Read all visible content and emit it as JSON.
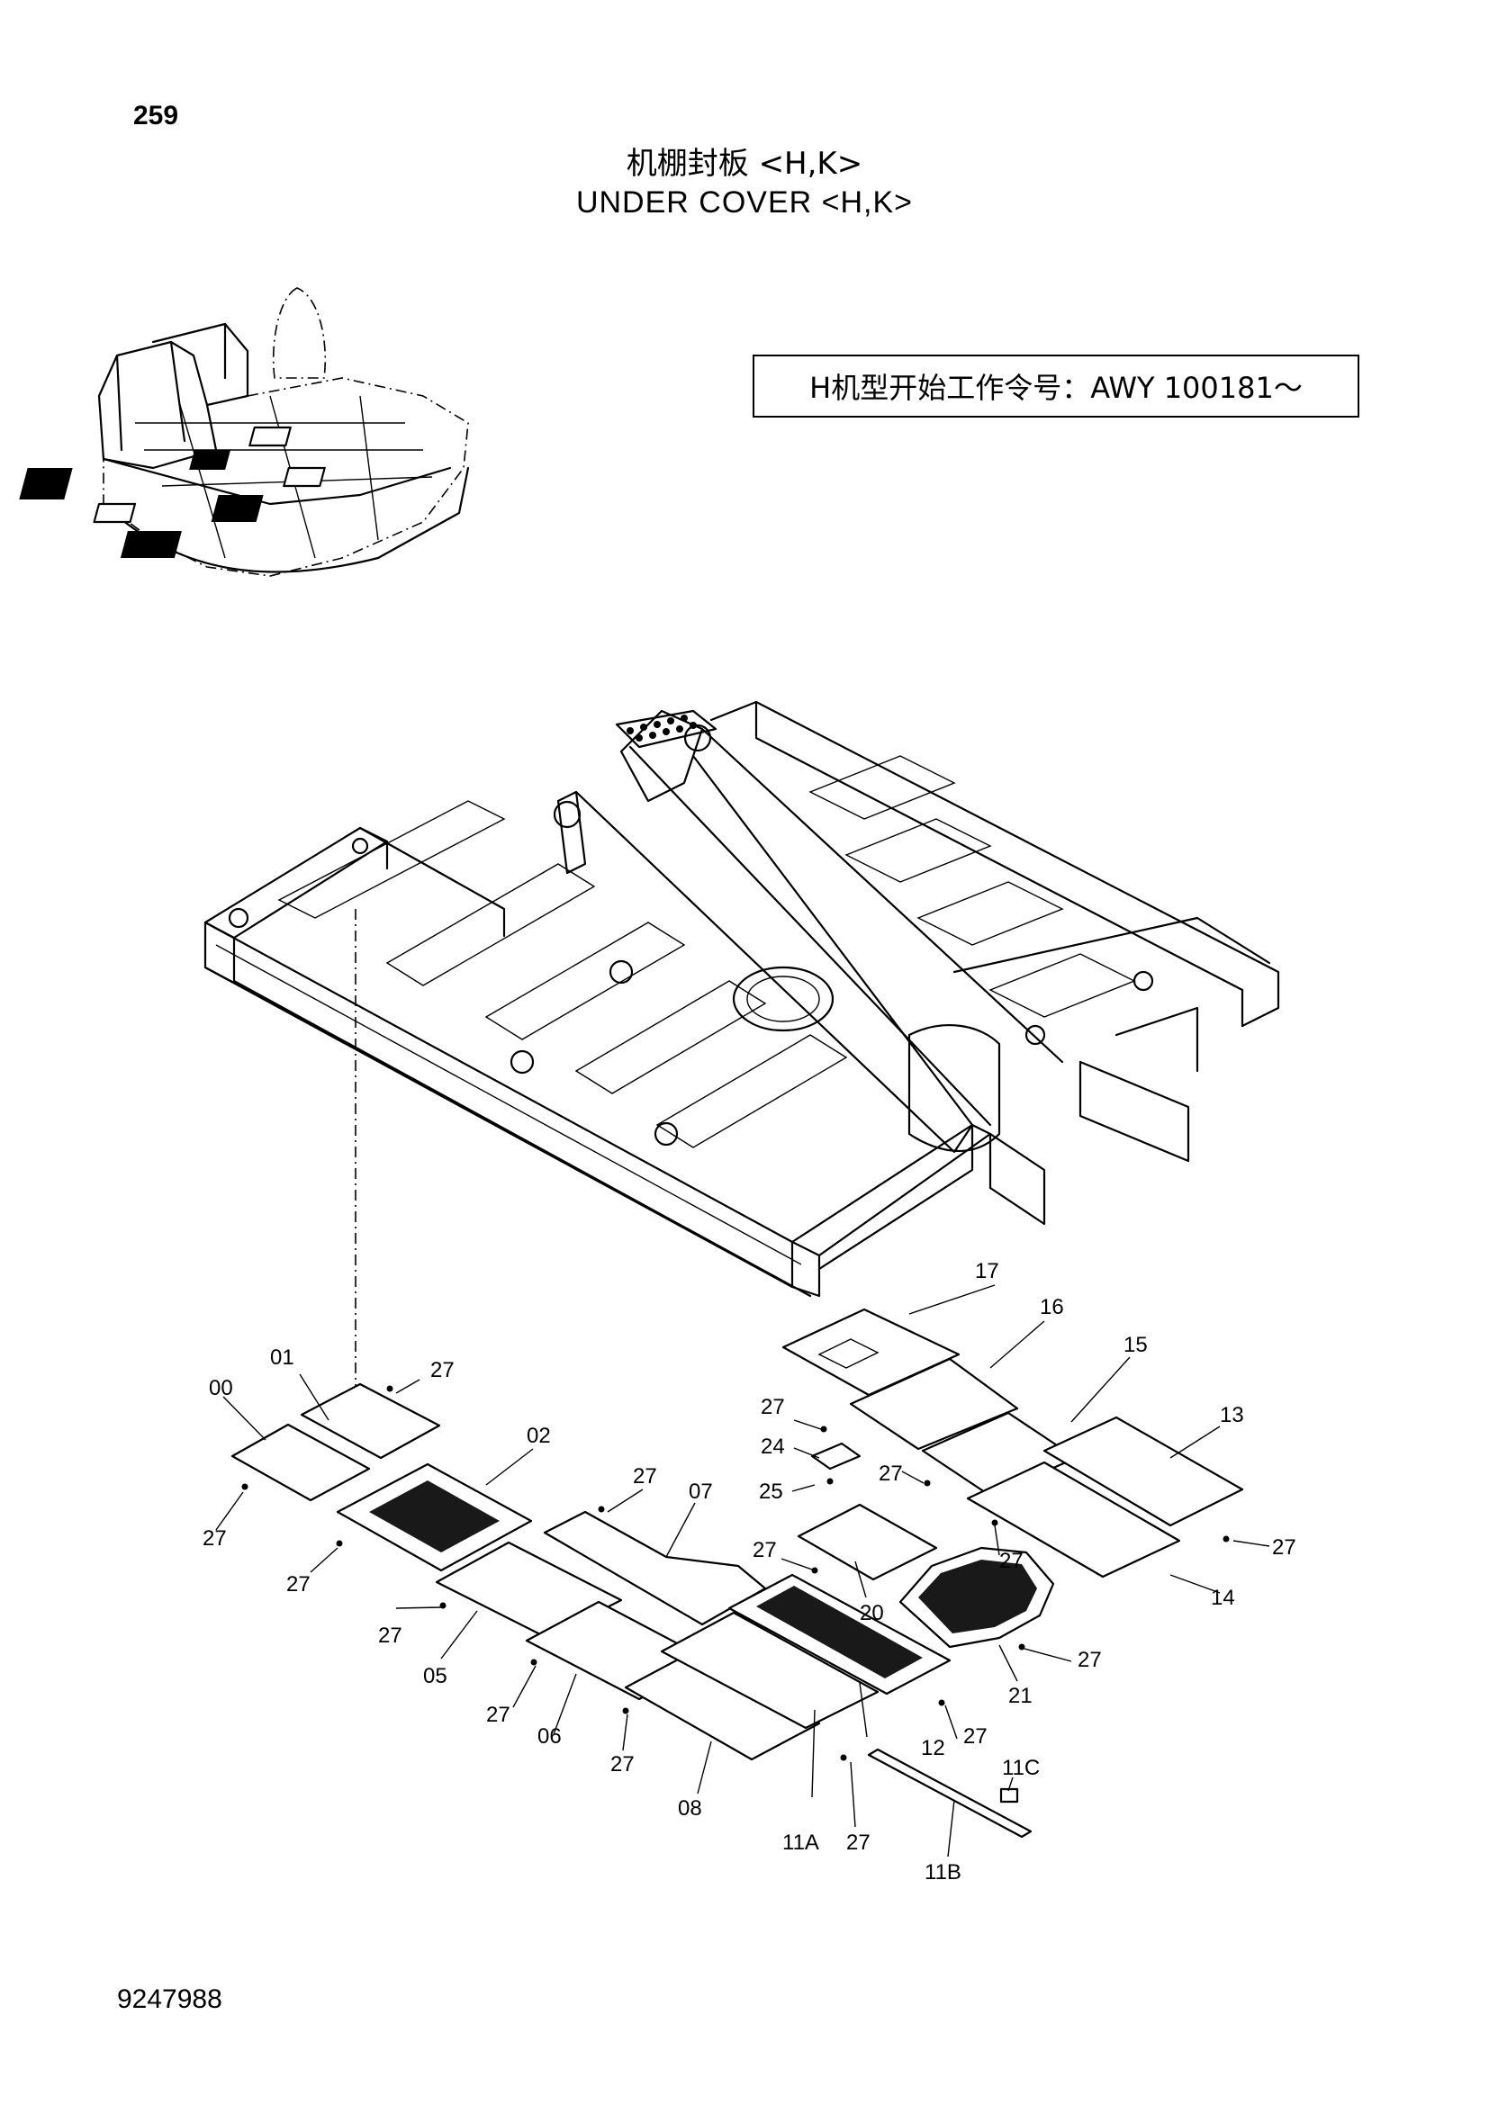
{
  "page_number": "259",
  "title_cn": "机棚封板 <H,K>",
  "title_en": "UNDER COVER <H,K>",
  "serial_note": "H机型开始工作令号：AWY 100181～",
  "document_number": "9247988",
  "callouts": {
    "c00": "00",
    "c01": "01",
    "c02": "02",
    "c05": "05",
    "c06": "06",
    "c07": "07",
    "c08": "08",
    "c11a": "11A",
    "c11b": "11B",
    "c11c": "11C",
    "c12": "12",
    "c13": "13",
    "c14": "14",
    "c15": "15",
    "c16": "16",
    "c17": "17",
    "c20": "20",
    "c21": "21",
    "c24": "24",
    "c25": "25",
    "c27": "27"
  }
}
